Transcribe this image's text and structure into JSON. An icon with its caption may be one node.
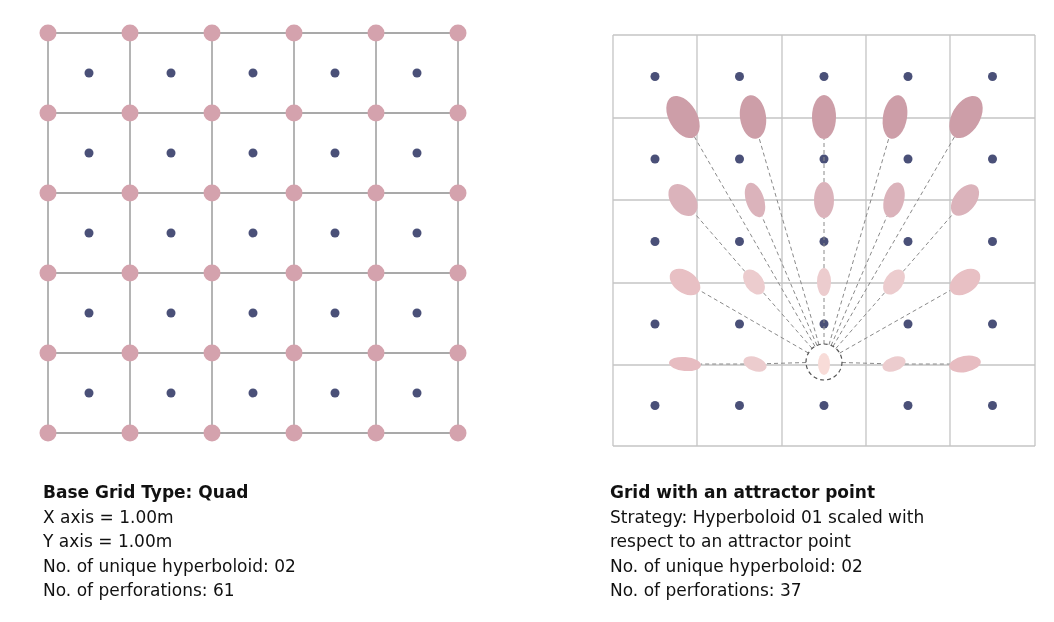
{
  "diagram": {
    "nodes": [
      {
        "text": [],
        "shape": "ellipse"
      },
      {
        "text": [],
        "shape": "ellipse"
      },
      {
        "text": [],
        "shape": "ellipse"
      },
      {
        "text": [],
        "shape": "ellipse"
      },
      {
        "text": [],
        "shape": "ellipse"
      },
      {
        "text": [],
        "shape": "ellipse"
      },
      {
        "text": [],
        "shape": "ellipse"
      },
      {
        "text": [],
        "shape": "ellipse"
      },
      {
        "text": [],
        "shape": "ellipse"
      },
      {
        "text": [],
        "shape": "ellipse"
      },
      {
        "text": [],
        "shape": "ellipse"
      },
      {
        "text": [],
        "shape": "ellipse"
      },
      {
        "text": [],
        "shape": "ellipse"
      },
      {
        "text": [],
        "shape": "ellipse"
      },
      {
        "text": [],
        "shape": "ellipse"
      },
      {
        "text": [],
        "shape": "ellipse"
      },
      {
        "text": [],
        "shape": "ellipse"
      },
      {
        "text": [],
        "shape": "circle"
      },
      {
        "text": [],
        "shape": "ellipse"
      },
      {
        "text": [],
        "shape": "ellipse"
      }
    ],
    "edges": [
      {
        "from": 17,
        "to": 0,
        "arrow": "none",
        "style": "dashed"
      },
      {
        "from": 17,
        "to": 1,
        "arrow": "none",
        "style": "dashed"
      },
      {
        "from": 7,
        "to": 2,
        "arrow": "none",
        "style": "dashed"
      },
      {
        "from": 17,
        "to": 3,
        "arrow": "none",
        "style": "dashed"
      },
      {
        "from": 17,
        "to": 4,
        "arrow": "none",
        "style": "dashed"
      },
      {
        "from": 11,
        "to": 5,
        "arrow": "none",
        "style": "dashed"
      },
      {
        "from": 17,
        "to": 6,
        "arrow": "none",
        "style": "dashed"
      },
      {
        "from": 12,
        "to": 7,
        "arrow": "none",
        "style": "dashed"
      },
      {
        "from": 17,
        "to": 8,
        "arrow": "none",
        "style": "dashed"
      },
      {
        "from": 13,
        "to": 9,
        "arrow": "none",
        "style": "dashed"
      },
      {
        "from": 17,
        "to": 10,
        "arrow": "none",
        "style": "dashed"
      },
      {
        "from": 17,
        "to": 11,
        "arrow": "none",
        "style": "dashed"
      },
      {
        "from": 17,
        "to": 12,
        "arrow": "none",
        "style": "dashed"
      },
      {
        "from": 17,
        "to": 13,
        "arrow": "none",
        "style": "dashed"
      },
      {
        "from": 17,
        "to": 14,
        "arrow": "none",
        "style": "dashed"
      },
      {
        "from": 16,
        "to": 15,
        "arrow": "none",
        "style": "dashed"
      },
      {
        "from": 17,
        "to": 16,
        "arrow": "none",
        "style": "dashed"
      },
      {
        "from": 17,
        "to": 18,
        "arrow": "none",
        "style": "dashed"
      },
      {
        "from": 18,
        "to": 19,
        "arrow": "none",
        "style": "dashed"
      }
    ],
    "labels": [
      "Base Grid Type: Quad",
      "X axis = 1.00m",
      "Y axis = 1.00m",
      "No. of unique hyperboloid: 02",
      "No. of perforations: 61",
      "Grid with an attractor point",
      "Strategy: Hyperboloid 01 scaled with respect to an attractor point",
      "No. of unique hyperboloid: 02",
      "No. of perforations: 37"
    ]
  }
}
